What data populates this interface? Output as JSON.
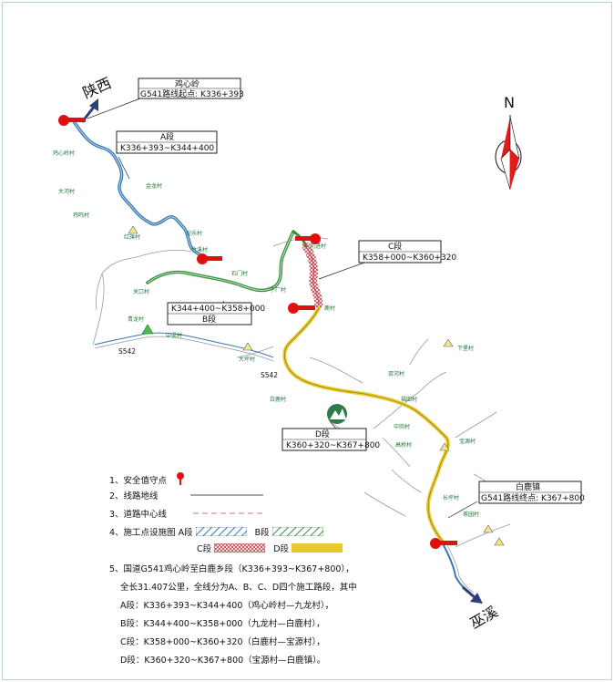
{
  "regions": {
    "shaanxi": "陕西",
    "wuxi": "巫溪"
  },
  "compass": {
    "label": "N"
  },
  "callouts": {
    "start": {
      "title": "鸡心岭",
      "line2": "G541路线起点: K336+393"
    },
    "a": {
      "title": "A段",
      "line2": "K336+393~K344+400"
    },
    "c": {
      "title": "C段",
      "line2": "K358+000~K360+320"
    },
    "b": {
      "title": "K344+400~K358+000",
      "line2": "B段"
    },
    "d": {
      "title": "D段",
      "line2": "K360+320~K367+800"
    },
    "end": {
      "title": "白鹿镇",
      "line2": "G541路线终点: K367+800"
    }
  },
  "road_labels": {
    "s542a": "S542",
    "s542b": "S542"
  },
  "places": [
    "鸡心岭村",
    "大河村",
    "鸡鸣村",
    "金龙村",
    "红旗村",
    "安乐村",
    "竹溪村",
    "石门村",
    "宁厂村",
    "前进村",
    "关口村",
    "鹿村",
    "青龙村",
    "中梁村",
    "大坪村",
    "白鹿村",
    "双河村",
    "福田村",
    "下堡村",
    "中岗村",
    "高桥村",
    "宝源村",
    "长坪村",
    "茶园村"
  ],
  "legend": {
    "item1": "1、安全值守点",
    "item2": "2、线路地线",
    "item3": "3、道路中心线",
    "item4": "4、施工点设施图",
    "seg_a": "A段",
    "seg_b": "B段",
    "seg_c": "C段",
    "seg_d": "D段",
    "note1": "5、国道G541鸡心岭至白鹿乡段（K336+393~K367+800），",
    "note2": "全长31.407公里，全线分为A、B、C、D四个施工路段，其中",
    "note3": "A段：K336+393~K344+400（鸡心岭村—九龙村），",
    "note4": "B段：K344+400~K358+000（九龙村—白鹿村），",
    "note5": "C段：K358+000~K360+320（白鹿村—宝源村），",
    "note6": "D段：K360+320~K367+800（宝源村—白鹿镇）。"
  },
  "colors": {
    "segment_a": "#3a78b4",
    "segment_b": "#3a8f3c",
    "segment_c": "#c0404a",
    "segment_d": "#e8c82a",
    "marker": "#e01010",
    "arrow": "#2f3f7a",
    "place_label": "#1a7a3a",
    "landmark": "#2f7a4a"
  }
}
